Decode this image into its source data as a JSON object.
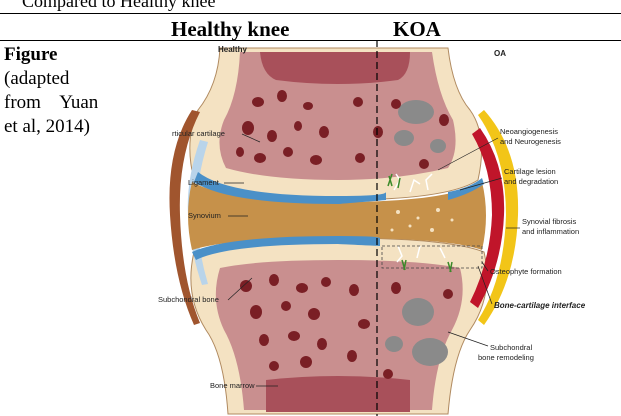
{
  "top_fragment": "Compared to Healthy knee",
  "header": {
    "col1": "Healthy knee",
    "col2": "KOA"
  },
  "caption": {
    "title": "Figure",
    "line1": "(adapted",
    "line2": "from    Yuan",
    "line3": "et al, 2014)"
  },
  "figure": {
    "label_healthy": "Healthy",
    "label_oa": "OA",
    "left_labels": {
      "cartilage": "rticular cartilage",
      "ligament": "Ligament",
      "synovium": "Synovium",
      "subchondral": "Subchondral bone",
      "marrow": "Bone marrow"
    },
    "right_labels": {
      "neo1": "Neoangiogenesis",
      "neo2": "and Neurogenesis",
      "cart1": "Cartilage lesion",
      "cart2": "and degradation",
      "syn1": "Synovial fibrosis",
      "syn2": "and inflammation",
      "osteo": "Osteophyte formation",
      "interface": "Bone-cartilage interface",
      "remod1": "Subchondral",
      "remod2": "bone remodeling"
    },
    "colors": {
      "bone_outer": "#f4e2c2",
      "bone_inner": "#c98f8f",
      "marrow_spot": "#7a1f25",
      "cartilage": "#4a90c8",
      "synovial_fluid": "#c6914a",
      "ligament": "#a0552e",
      "oa_red": "#c0152a",
      "oa_yellow": "#f2c518",
      "lesion_gray": "#8a8a8a"
    }
  }
}
